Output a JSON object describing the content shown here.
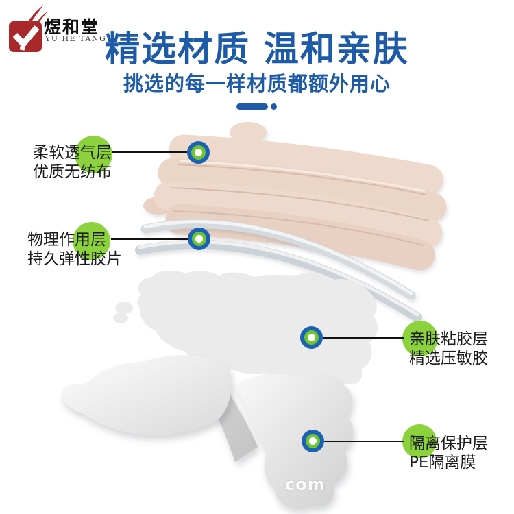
{
  "brand": {
    "name_cn": "煜和堂",
    "name_en": "YU HE TANG"
  },
  "header": {
    "title": "精选材质 温和亲肤",
    "subtitle": "挑选的每一样材质都额外用心"
  },
  "annotations": [
    {
      "title": "柔软透气层",
      "desc": "优质无纺布",
      "side": "left"
    },
    {
      "title": "物理作用层",
      "desc": "持久弹性胶片",
      "side": "left"
    },
    {
      "title": "亲肤粘胶层",
      "desc": "精选压敏胶",
      "side": "right"
    },
    {
      "title": "隔离保护层",
      "desc": "PE隔离膜",
      "side": "right"
    }
  ],
  "watermark": "com",
  "colors": {
    "title_blue": "#1d5aa7",
    "label_circle_green": "#8bd23c",
    "marker_outer_blue": "#1b61b4",
    "marker_inner_green": "#6ec431",
    "logo_red": "#a9282c",
    "fabric_beige": "#eedacd",
    "elastic_strip_gray": "#d4dade",
    "adhesive_gray": "#ebebec",
    "text_black": "#1b1b1b"
  }
}
